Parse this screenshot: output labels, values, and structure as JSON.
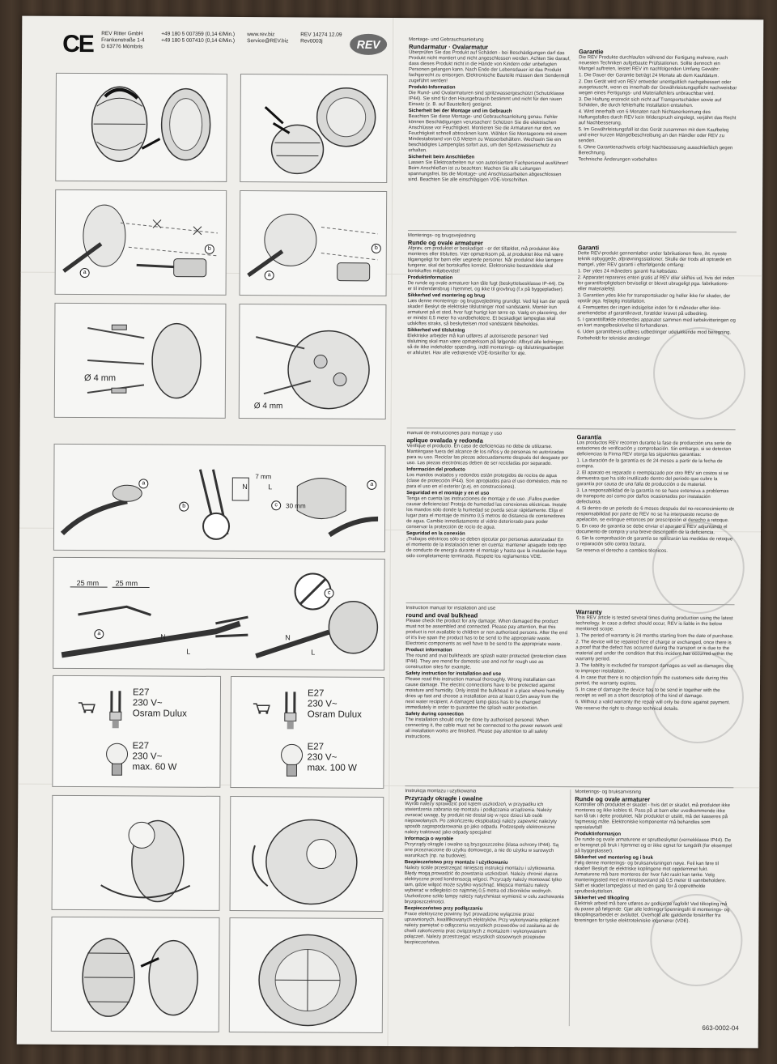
{
  "header": {
    "ce_mark": "CE",
    "company": [
      "REV Ritter GmbH",
      "Frankenstraße 1-4",
      "D 63776 Mömbris"
    ],
    "phones": [
      "+49 180 5 007359 (0,14 €/Min.)",
      "+49 180 5 007410 (0,14 €/Min.)"
    ],
    "web": [
      "www.rev.biz",
      "Service@REV.biz"
    ],
    "ref": [
      "REV 14274 12.09",
      "Rev0003j"
    ],
    "logo": "REV"
  },
  "diagram_labels": {
    "a": "a",
    "b": "b",
    "c": "c",
    "drill_4mm": "Ø 4 mm",
    "n": "N",
    "l": "L",
    "mm7": "7 mm",
    "mm30": "30 mm",
    "mm25": "25 mm"
  },
  "bulbs": {
    "left": [
      "E27",
      "230 V~",
      "Osram Dulux",
      "E27",
      "230 V~",
      "max. 60 W"
    ],
    "right": [
      "E27",
      "230 V~",
      "Osram Dulux",
      "E27",
      "230 V~",
      "max. 100 W"
    ]
  },
  "sections": {
    "de": {
      "t1": "Montage- und Gebrauchsanleitung",
      "t2": "Rundarmatur · Ovalarmatur",
      "body": "Überprüfen Sie das Produkt auf Schäden - bei Beschädigungen darf das Produkt nicht montiert und nicht angeschlossen werden. Achten Sie darauf, dass dieses Produkt nicht in die Hände von Kindern oder unbefugten Personen gelangen kann. Nach Ende der Lebensdauer ist das Produkt fachgerecht zu entsorgen. Elektronische Bauteile müssen dem Sondermüll zugeführt werden!",
      "h1": "Produkt-Information",
      "p1": "Die Rund- und Ovalarmaturen sind spritzwassergeschützt (Schutzklasse IP44). Sie sind für den Hausgebrauch bestimmt und nicht für den rauen Einsatz (z. B. auf Baustellen) geeignet.",
      "h2": "Sicherheit bei der Montage und im Gebrauch",
      "p2": "Beachten Sie diese Montage- und Gebrauchsanleitung genau. Fehler können Beschädigungen verursachen! Schützen Sie die elektrischen Anschlüsse vor Feuchtigkeit. Montieren Sie die Armaturen nur dort, wo Feuchtigkeit schnell abtrocknen kann. Wählen Sie Montageorte mit einem Mindestabstand von 0,5 Metern zu Wasserbehältern. Wechseln Sie ein beschädigtes Lampenglas sofort aus, um den Spritzwasserschutz zu erhalten.",
      "h3": "Sicherheit beim Anschließen",
      "p3": "Lassen Sie Elektroarbeiten nur von autorisiertem Fachpersonal ausführen! Beim Anschließen ist zu beachten: Machen Sie alle Leitungen spannungsfrei, bis die Montage- und Anschlussarbeiten abgeschlossen sind. Beachten Sie alle einschlägigen VDE-Vorschriften."
    },
    "de_w": {
      "t2": "Garantie",
      "body": "Die REV Produkte durchlaufen während der Fertigung mehrere, nach neuesten Techniken aufgebaute Prüfstationen. Sollte dennoch ein Mangel auftreten, leistet REV im nachfolgenden Umfang Gewähr:",
      "items": [
        "1. Die Dauer der Garantie beträgt 24 Monate ab dem Kaufdatum.",
        "2. Das Gerät wird von REV entweder unentgeltlich nachgebessert oder ausgetauscht, wenn es innerhalb der Gewährleistungspflicht nachweisbar wegen eines Fertigungs- und Materialfehlers unbrauchbar wird.",
        "3. Die Haftung erstreckt sich nicht auf Transportschäden sowie auf Schäden, die durch fehlerhafte Installation entstehen.",
        "4. Wird innerhalb von 6 Monaten nach Nichtanerkennung des Haftungsfalles durch REV kein Widerspruch eingelegt, verjährt das Recht auf Nachbesserung.",
        "5. Im Gewährleistungsfall ist das Gerät zusammen mit dem Kaufbeleg und einer kurzen Mängelbeschreibung an den Händler oder REV zu senden.",
        "6. Ohne Garantienachweis erfolgt Nachbesserung ausschließlich gegen Berechnung."
      ],
      "foot": "Technische Änderungen vorbehalten"
    },
    "da": {
      "t1": "Monterings- og brugsvejledning",
      "t2": "Runde og ovale armaturer",
      "body": "Afprøv, om produktet er beskadiget - er det tilfældet, må produktet ikke monteres eller tilsluttes. Vær opmærksom på, at produktet ikke må være tilgængeligt for børn eller uegnede personer. Når produktet ikke længere fungerer, skal det bortskaffes korrekt. Elektroniske bestanddele skal bortskaffes miljøbevidst!",
      "h1": "Produktinformation",
      "p1": "De runde og ovale armaturer kan tåle fugt (beskyttelsesklasse IP-44). De er til indendørsbrug i hjemmet, og ikke til grovbrug (f.x på byggepladser).",
      "h2": "Sikkerhed ved montering og brug",
      "p2": "Læs denne monterings- og brugsvejledning grundigt. Ved fejl kan der opstå skader! Beskyt de elektriske tilslutninger mod vandstænk. Montér kun armaturet på et sted, hvor fugt hurtigt kan tørre op. Vælg en placering, der er mindst 0,5 meter fra vandbeholdere. Et beskadiget lampeglas skal udskiftes straks, så beskyttelsen mod vandstænk bibeholdes.",
      "h3": "Sikkerhed ved tilslutning",
      "p3": "Elektriske arbejder må kun udføres af autoriserede personer! Ved tilslutning skal man være opmærksom på følgende: Afbryd alle ledninger, så de ikke indeholder spænding, indtil monterings- og tilslutningsarbejdet er afsluttet. Hav alle vedrørende VDE-forskrifter for øje."
    },
    "da_w": {
      "t2": "Garanti",
      "body": "Dette REV-produkt gennemløber under fabrikationen flere, iht. nyeste teknik opbyggede, afprøvningsstationer. Skulle der trods alt optræde en mangel, yder REV garanti i efterfølgende omfang:",
      "items": [
        "1. Der ydes 24 måneders garanti fra købsdato.",
        "2. Apparatet repareres enten gratis af REV eller skiftes ud, hvis det inden for garantiforpligtelsen beviseligt er blevet ubrugeligt pga. fabrikations- eller materialefejl.",
        "3. Garantien ydes ikke for transportskader og heller ikke for skader, der opstår pga. fejlagtig installation.",
        "4. Fremsættes der ingen indsigelse inden for 6 måneder efter ikke-anerkendelse af garantikravet, forælder kravet på udbedring.",
        "5. I garantitilfælde indsendes apparatet sammen med købskvitteringen og en kort mangelbeskrivelse til forhandleren.",
        "6. Uden garantibevis udføres udbedringer udelukkende mod beregning."
      ],
      "foot": "Forbeholdt for tekniske ændringer"
    },
    "es": {
      "t1": "manual de instrucciones para montaje y uso",
      "t2": "aplique ovalada y redonda",
      "body": "Verifique el producto. En caso de deficiencias no debe de utilizarse. Manténgase fuera del alcance de los niños y de personas no autorizadas para su uso. Reciclar las piezas adecuadamente después del desgaste por uso. Las piezas electrónicas deben de ser recicladas por separado.",
      "h1": "Información del producto",
      "p1": "Los mandos ovalados y redondos están protegidos de rocíos de agua (clase de protección IP44). Son apropiados para el uso doméstico, más no para el uso en el exterior (p.ej. en construcciones).",
      "h2": "Seguridad en el montaje y en el uso",
      "p2": "Tenga en cuenta las instrucciones de montaje y de uso. ¡Fallos pueden causar deficiencias! Proteja de humedad las conexiones eléctricas. Instale los mandos sólo donde la humedad se pueda secar rápidamente. Elija el lugar para el montaje de mínimo 0,5 metros de distancia de contenedores de agua. Cambie inmediatamente el vidrio deteriorado para poder conservar la protección de rocío de agua.",
      "h3": "Seguridad en la conexión",
      "p3": "¡Trabajos eléctricos sólo se deben ejecutar por personas autorizadas! En el momento de la instalación tener en cuenta: mantener apagado todo tipo de conducto de energía durante el montaje y hasta que la instalación haya sido completamente terminada. Respete los reglamentos VDE."
    },
    "es_w": {
      "t2": "Garantía",
      "body": "Los productos REV recorren durante la fase de producción una serie de estaciones de verificación y comprobación. Sin embargo, si se detectan deficiencias la Firma REV otorga las siguientes garantías:",
      "items": [
        "1. La duración de la garantía es de 24 meses a partir de la fecha de compra.",
        "2. El aparato es reparado o reemplazado por otro REV sin costos si se demuestra que ha sido inutilizado dentro del periodo que cubre la garantía por causa de una falla de producción o de material.",
        "3. La responsabilidad de la garantía no se hace extensiva a problemas de transporte así como por daños ocasionados por instalación defectuosa.",
        "4. Si dentro de un periodo de 6 meses después del no-reconocimiento de responsabilidad por parte de REV no se ha interpuesto recurso de apelación, se extingue entonces por prescripción el derecho a retoque.",
        "5. En caso de garantía se debe enviar el aparato a REV adjuntando el documento de compra y una breve descripción de la deficiencia.",
        "6. Sin la comprobación de garantía se realizarán las medidas de retoque o reparación sólo contra factura."
      ],
      "foot": "Se reserva el derecho a cambios técnicos."
    },
    "en": {
      "t1": "Instruction manual for installation and use",
      "t2": "round and oval bulkhead",
      "body": "Please check the product for any damage. When damaged the product must not be assembled and connected. Please pay attention, that this product is not available to children or non authorised persons. After the end of it's live span the product has to be send to the appropriate waste. Electronic components as well have to be send to the appropriate waste.",
      "h1": "Product information",
      "p1": "The round and oval bulkheads are splash water protected (protection class IP44). They are mend for domestic use and not for rough use as construction sites for example.",
      "h2": "Safety instruction for installation and use",
      "p2": "Please read this instruction manual thoroughly. Wrong installation can cause damage. The electric connections have to be protected against moisture and humidity. Only install the bulkhead in a place where humidity dries up fast and choose a installation area at least 0,5m away from the next water recipient. A damaged lamp glass has to be changed immediately in order to guarantee the splash water protection.",
      "h3": "Safety during connection",
      "p3": "The installation should only be done by authorised personel. When connecting it, the cable must not be connected to the power network until all installation works are finished. Please pay attention to all safety instructions."
    },
    "en_w": {
      "t2": "Warranty",
      "body": "This REV article is tested several times during production using the latest technology. In case a defect should occur, REV is liable in the below mentioned scope.",
      "items": [
        "1. The period of warranty is 24 months starting from the date of purchase.",
        "2. The device will be repaired free of charge or exchanged, once there is a proof that the defect has occurred during the transport or is due to the material and under the condition that this incident has occurred within the warranty period.",
        "3. The liability is excluded for transport damages as well as damages due to improper installation.",
        "4. In case that there is no objection from the customers side during this period, the warranty expires.",
        "5. In case of damage the device has to be send in together with the receipt as well as a short description of the kind of damage.",
        "6. Without a valid warranty the repair will only be done against payment."
      ],
      "foot": "We reserve the right to change technical details."
    },
    "pl": {
      "t1": "Instrukcja montażu i użytkowania",
      "t2": "Przyrządy okrągłe i owalne",
      "body": "Wyrób należy sprawdzić pod kątem uszkodzeń, w przypadku ich stwierdzenia zabrania się montażu i podłączania urządzenia. Należy zwracać uwagę, by produkt nie dostał się w ręce dzieci lub osób niepowołanych. Po zakończeniu eksploatacji należy zapewnić należyty sposób zagospodarowania go jako odpadu. Podzespoły elektroniczne należy traktować jako odpady specjalne!",
      "h1": "Informacja o wyrobie",
      "p1": "Przyrządy okrągłe i owalne są bryzgoszczelne (klasa ochrony IP44). Są one przeznaczone do użytku domowego, a nie do użytku w surowych warunkach (np. na budowie).",
      "h2": "Bezpieczeństwo przy montażu i użytkowaniu",
      "p2": "Należy ściśle przestrzegać niniejszej instrukcji montażu i użytkowania. Błędy mogą prowadzić do powstania uszkodzeń. Należy chronić złącza elektryczne przed kondensacją wilgoci. Przyrządy należy montować tylko tam, gdzie wilgoć może szybko wyschnąć. Miejsca montażu należy wybierać w odległości co najmniej 0,5 metra od zbiorników wodnych. Uszkodzone szkło lampy należy natychmiast wymienić w celu zachowania bryzgoszczelności.",
      "h3": "Bezpieczeństwo przy podłączaniu",
      "p3": "Prace elektryczne powinny być prowadzone wyłącznie przez uprawnionych, kwalifikowanych elektryków. Przy wykonywaniu połączeń należy pamiętać o odłączeniu wszystkich przewodów od zasilania aż do chwili zakończenia prac związanych z montażem i wykonywaniem połączeń. Należy przestrzegać wszystkich stosownych przepisów bezpieczeństwa."
    },
    "no": {
      "t1": "Monterings- og bruksanvisning",
      "t2": "Runde og ovale armaturer",
      "body": "Kontroller om produktet er skadet - hvis det er skadet, må produktet ikke monteres og ikke kobles til. Pass på at barn eller uvedkommende ikke kan få tak i dette produktet. Når produktet er utslitt, må det kasseres på fagmessig måte. Elektroniske komponenter må behandles som spesialavfall!",
      "h1": "Produktinformasjon",
      "p1": "De runde og ovale armaturene er sprutbeskyttet (vernekklasse IP44). De er beregnet på bruk i hjemmet og er ikke egnet for tungdrift (for eksempel på byggeplasser).",
      "h2": "Sikkerhet ved montering og i bruk",
      "p2": "Følg denne monterings- og bruksanvisningen nøye. Feil kan føre til skader! Beskytt de elektriske koplingene mot oppdemmet fukt. Armaturene må bare monteres der hvor fukt raskt kan tørke. Velg monteringssted med en minsteavstand på 0,5 meter til vannbeholdere. Skift et skadet lampeglass ut med en gang for å opprettholde sprutbeskyttelsen.",
      "h3": "Sikkerhet ved tilkopling",
      "p3": "Elektrisk arbeid må bare utføres av godkjente fagfolk! Ved tilkopling må du passe på følgende: Gjør alle ledninger spenningsfri til monterings- og tilkoplingsarbeidet er avsluttet. Overhold alle gjeldende forskrifter fra foreningen for tyske elektrotekniske ingeniører (VDE)."
    }
  },
  "doc_code": "663-0002-04"
}
